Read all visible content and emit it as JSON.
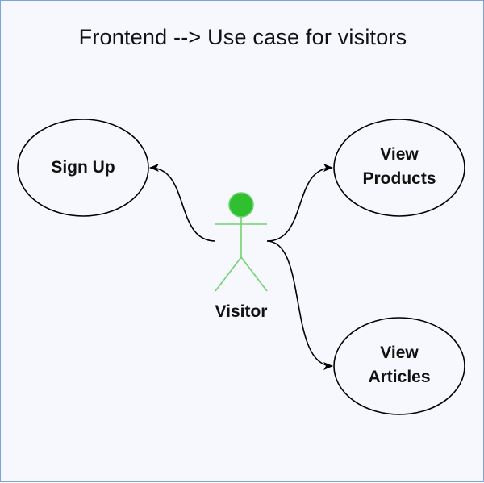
{
  "diagram": {
    "title": "Frontend --> Use case for visitors",
    "actor": {
      "label": "Visitor",
      "color": "#6fd46f",
      "head_color": "#2fbf2f"
    },
    "use_cases": [
      {
        "id": "sign-up",
        "line1": "Sign Up",
        "line2": ""
      },
      {
        "id": "view-products",
        "line1": "View",
        "line2": "Products"
      },
      {
        "id": "view-articles",
        "line1": "View",
        "line2": "Articles"
      }
    ],
    "edges": [
      {
        "from": "Visitor",
        "to": "Sign Up"
      },
      {
        "from": "Visitor",
        "to": "View Products"
      },
      {
        "from": "Visitor",
        "to": "View Articles"
      }
    ]
  }
}
